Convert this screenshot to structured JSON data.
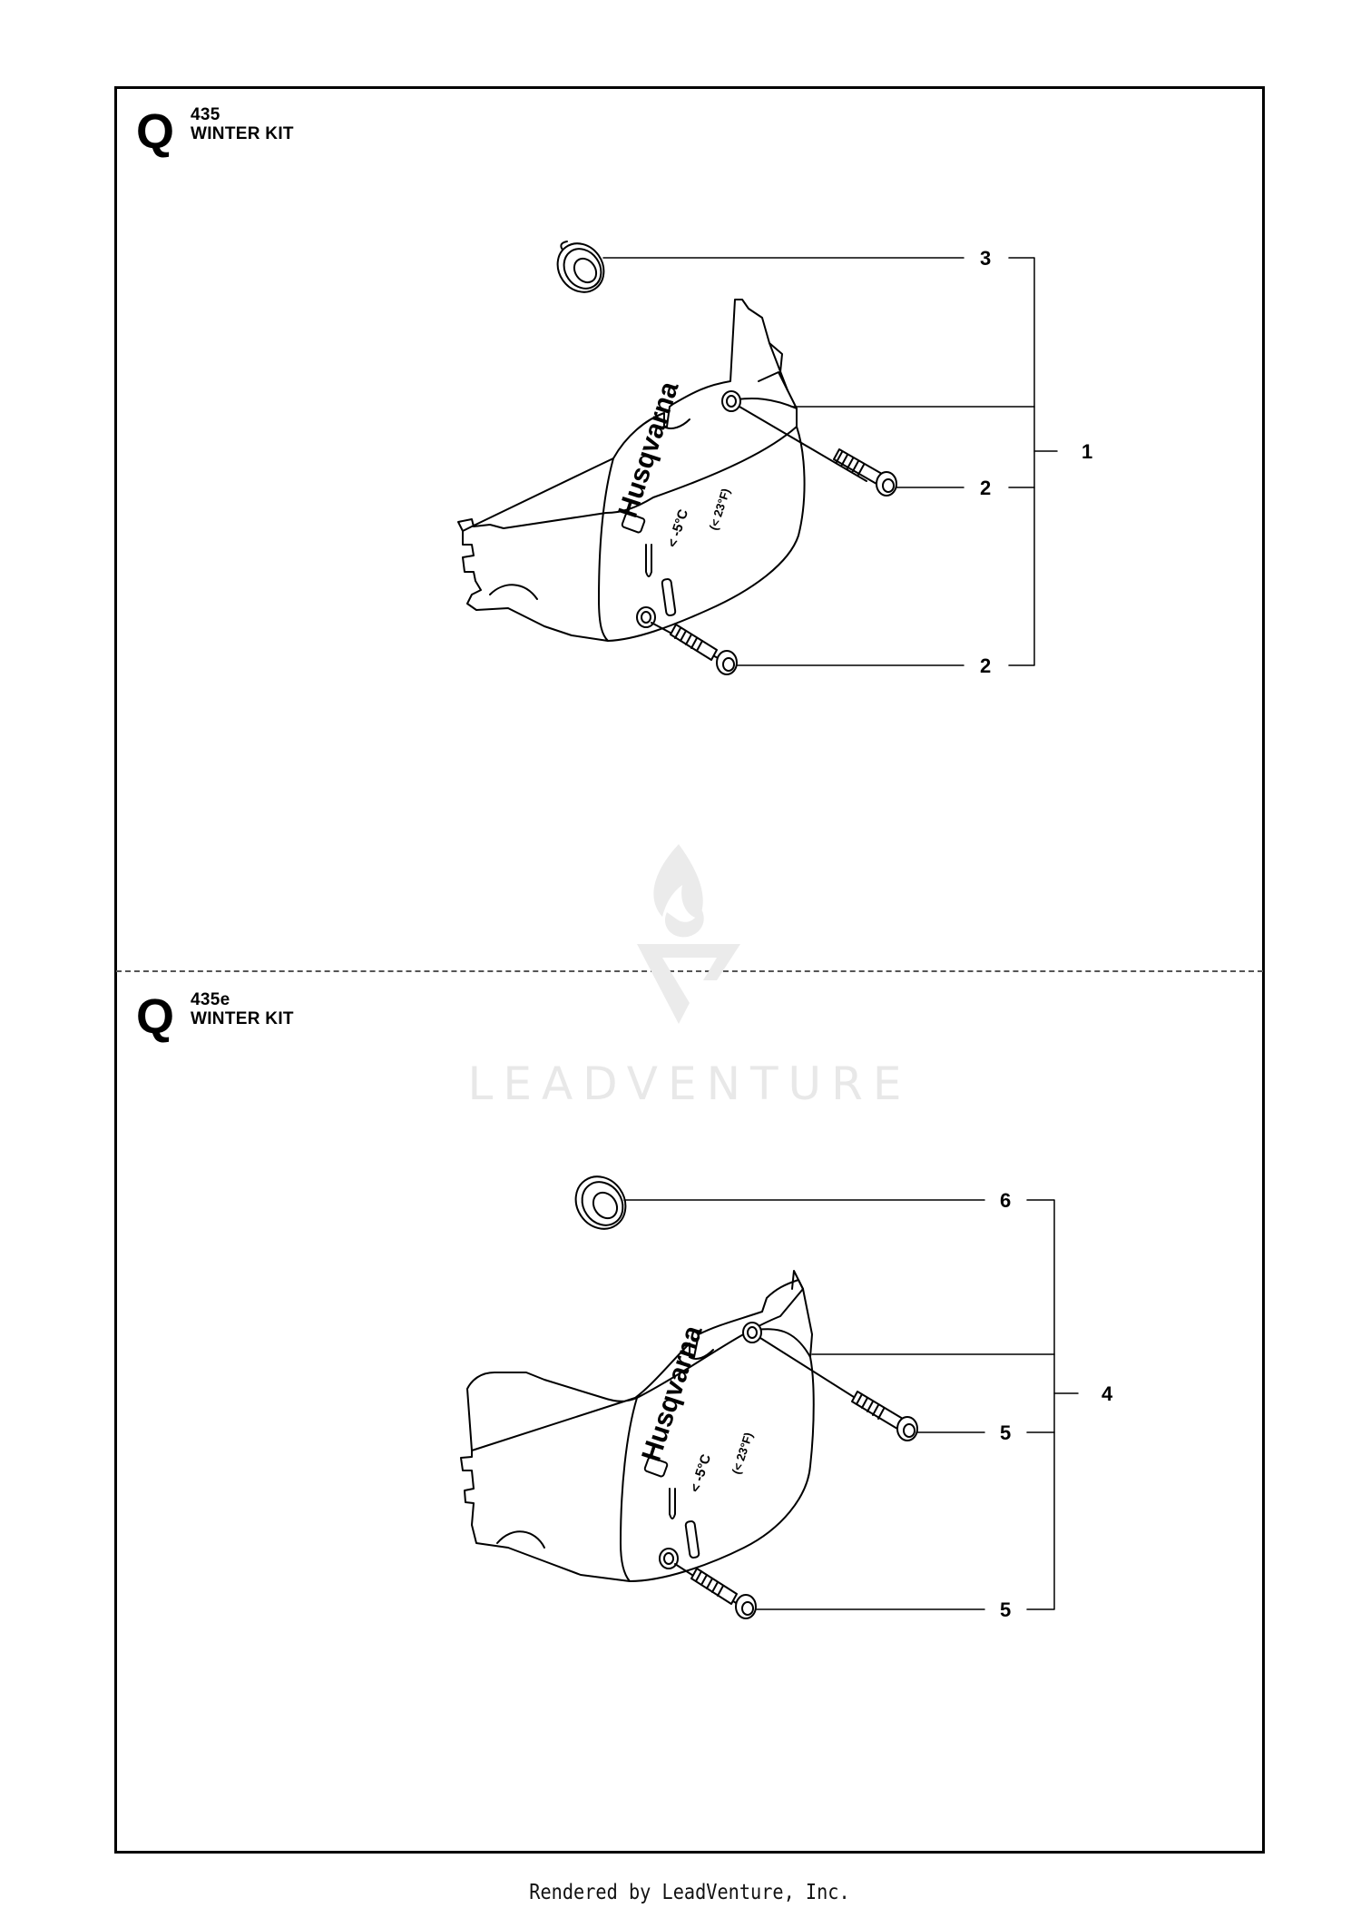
{
  "sections": [
    {
      "letter": "Q",
      "model": "435",
      "title": "WINTER KIT",
      "callouts": [
        "3",
        "1",
        "2",
        "2"
      ]
    },
    {
      "letter": "Q",
      "model": "435e",
      "title": "WINTER KIT",
      "callouts": [
        "6",
        "4",
        "5",
        "5"
      ]
    }
  ],
  "decal": {
    "brand": "Husqvarna",
    "temp_c": "< -5°C",
    "temp_f": "(< 23°F)"
  },
  "watermark": "LEADVENTURE",
  "footer": "Rendered by LeadVenture, Inc.",
  "colors": {
    "line": "#000000",
    "watermark": "#e8e8e8"
  }
}
